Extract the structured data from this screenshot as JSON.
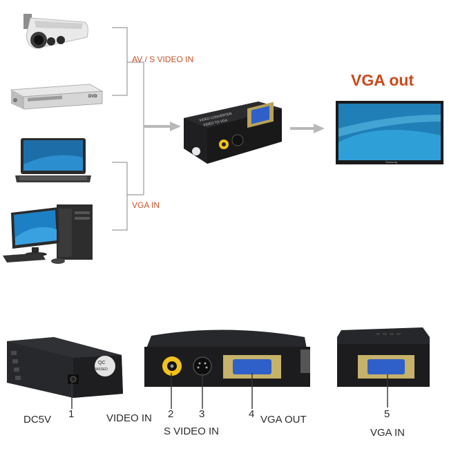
{
  "diagram": {
    "input_label_av": "AV / S VIDEO IN",
    "input_label_vga": "VGA IN",
    "output_title": "VGA out",
    "converter_text_1": "VIDEO CONVERTER",
    "converter_text_2": "VIDEO TO VGA",
    "dvd_badge": "DVD",
    "monitor_brand": "Samsung"
  },
  "ports": {
    "dc": {
      "name": "DC5V",
      "number": "1"
    },
    "video_in": {
      "name": "VIDEO IN",
      "number": "2"
    },
    "s_video_in": {
      "name": "S VIDEO IN",
      "number": "3"
    },
    "vga_out": {
      "name": "VGA OUT",
      "number": "4"
    },
    "vga_in": {
      "name": "VGA IN",
      "number": "5"
    }
  },
  "qc_sticker": {
    "line1": "QC",
    "line2": "PASSED"
  },
  "colors": {
    "label_orange": "#c4532a",
    "title_orange": "#c84a1c",
    "device_black": "#1f1f21",
    "vga_blue": "#2f5fc8",
    "rca_yellow": "#f2c21c"
  }
}
